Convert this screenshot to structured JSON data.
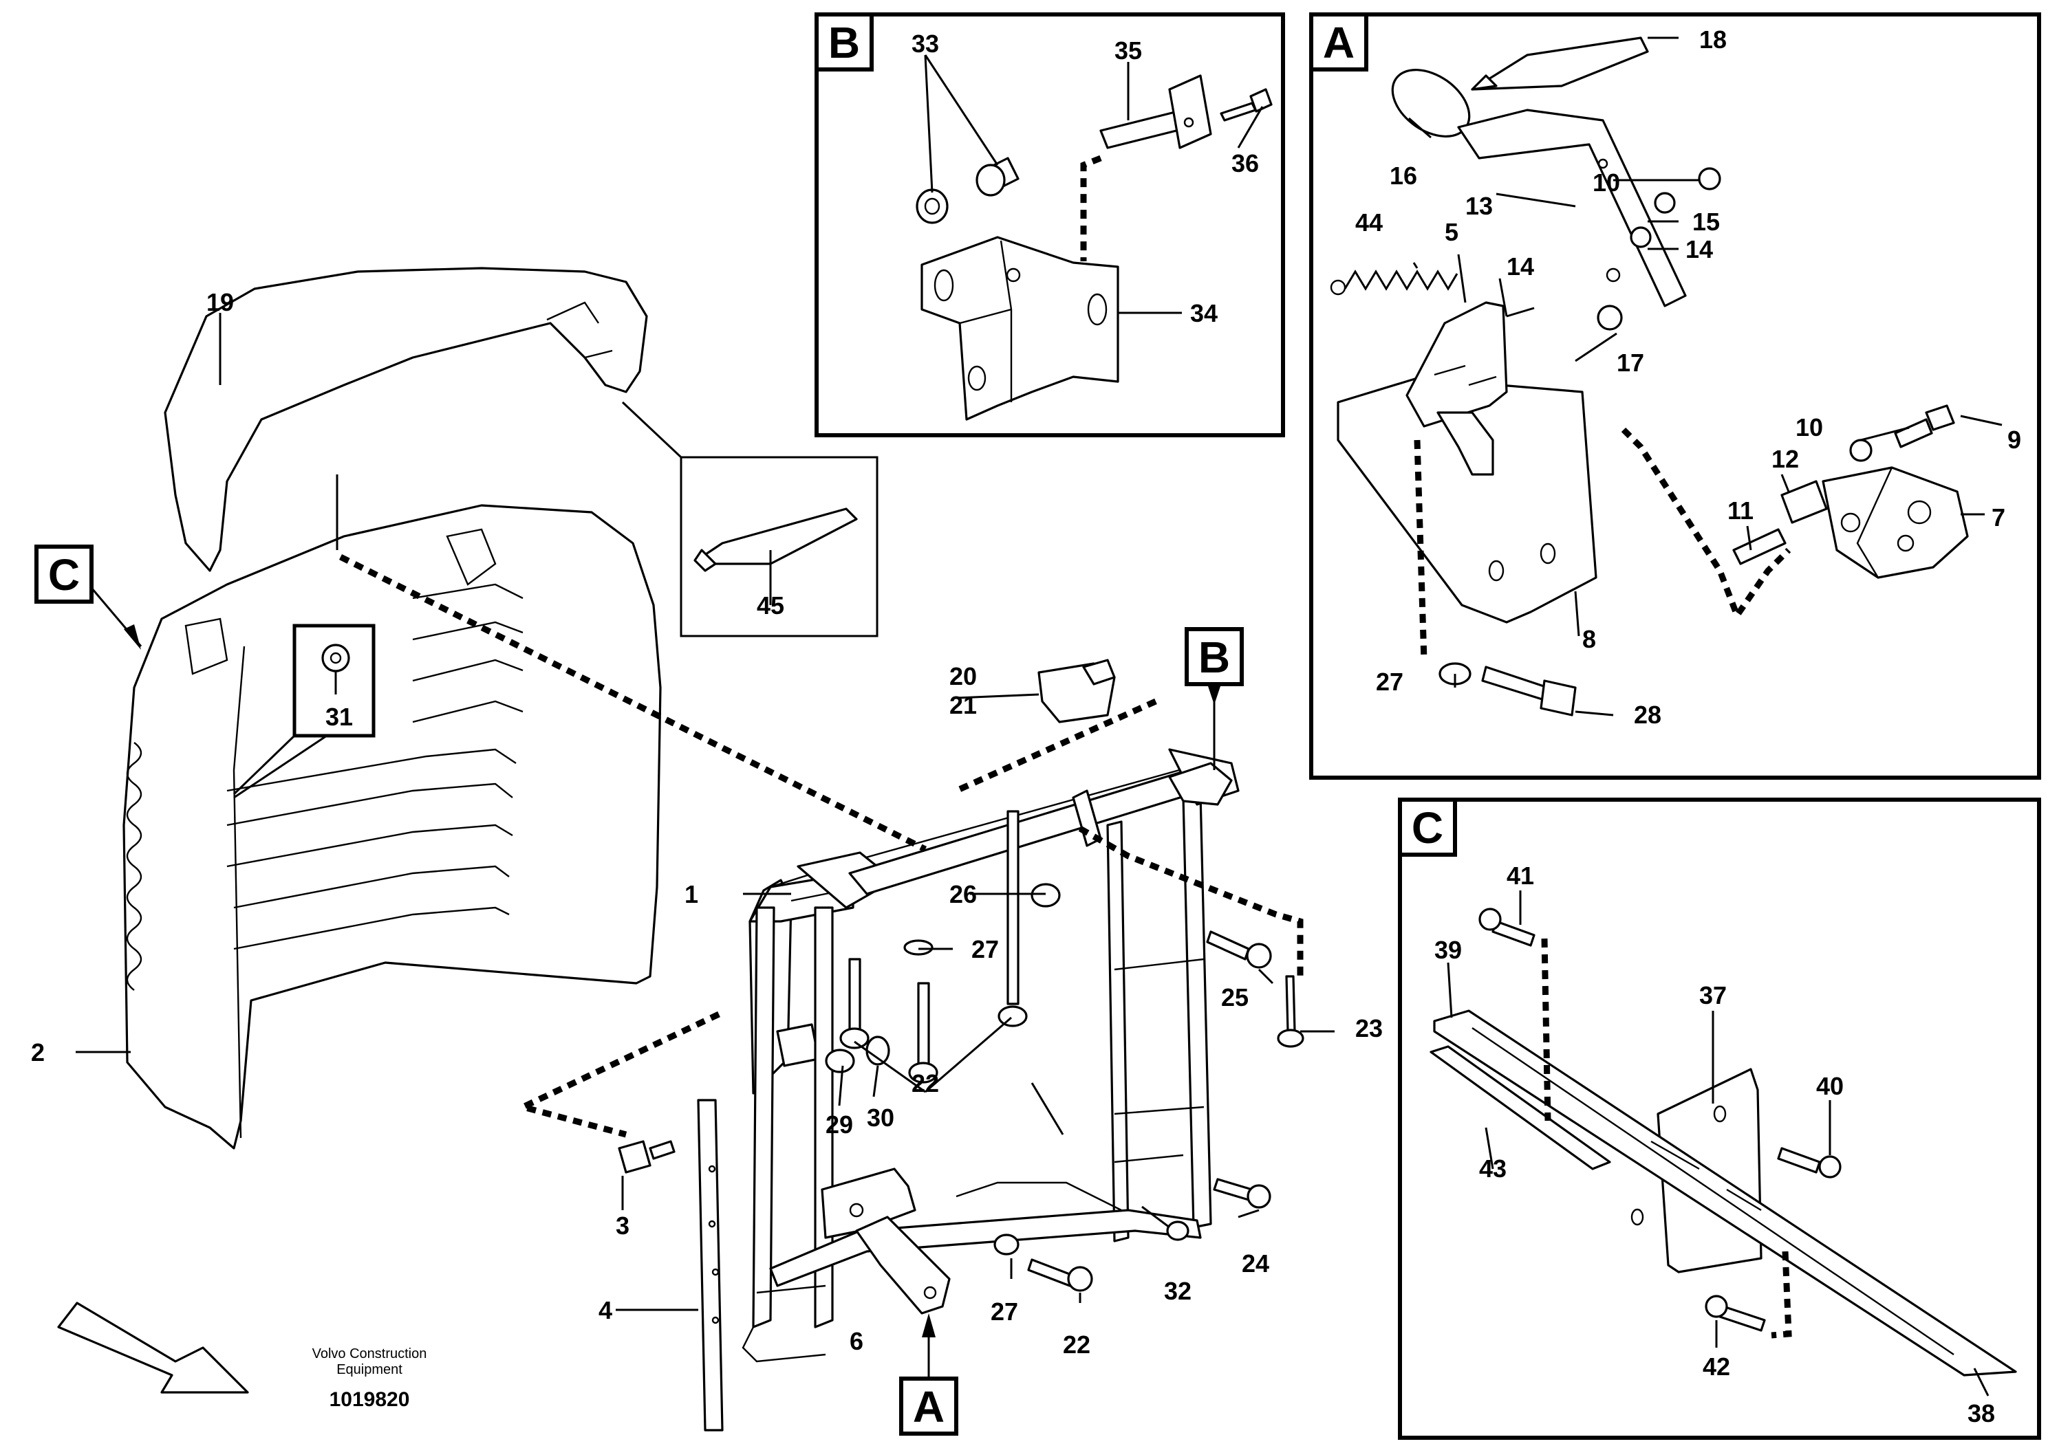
{
  "callouts": {
    "c1": "1",
    "c2": "2",
    "c3": "3",
    "c4": "4",
    "c5": "5",
    "c6": "6",
    "c7": "7",
    "c8": "8",
    "c9": "9",
    "c10a": "10",
    "c10b": "10",
    "c11": "11",
    "c12": "12",
    "c13": "13",
    "c14a": "14",
    "c14b": "14",
    "c15": "15",
    "c16": "16",
    "c17": "17",
    "c18": "18",
    "c19": "19",
    "c20": "20",
    "c21": "21",
    "c22a": "22",
    "c22b": "22",
    "c23": "23",
    "c24": "24",
    "c25": "25",
    "c26": "26",
    "c27a": "27",
    "c27b": "27",
    "c27c": "27",
    "c28": "28",
    "c29": "29",
    "c30": "30",
    "c31": "31",
    "c32": "32",
    "c33": "33",
    "c34": "34",
    "c35": "35",
    "c36": "36",
    "c37": "37",
    "c38": "38",
    "c39": "39",
    "c40": "40",
    "c41": "41",
    "c42": "42",
    "c43": "43",
    "c44": "44",
    "c45": "45"
  },
  "detail_tags": {
    "a_frame": "A",
    "b_frame": "B",
    "c_frame": "C",
    "a_main": "A",
    "b_main": "B",
    "c_main": "C"
  },
  "footer": {
    "line1": "Volvo Construction",
    "line2": "Equipment",
    "number": "1019820"
  },
  "icons": {
    "direction": "arrow-icon",
    "sealant": "sealant-tube-icon"
  }
}
